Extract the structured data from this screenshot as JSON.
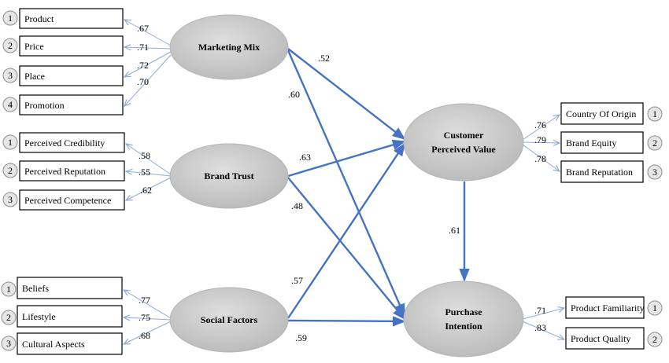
{
  "constructs": {
    "marketing_mix": "Marketing Mix",
    "brand_trust": "Brand Trust",
    "social_factors": "Social Factors",
    "cpv_line1": "Customer",
    "cpv_line2": "Perceived Value",
    "pi_line1": "Purchase",
    "pi_line2": "Intention"
  },
  "marketing_mix_items": [
    {
      "num": "1",
      "label": "Product",
      "loading": ".67"
    },
    {
      "num": "2",
      "label": "Price",
      "loading": ".71"
    },
    {
      "num": "3",
      "label": "Place",
      "loading": ".72"
    },
    {
      "num": "4",
      "label": "Promotion",
      "loading": ".70"
    }
  ],
  "brand_trust_items": [
    {
      "num": "1",
      "label": "Perceived Credibility",
      "loading": ".58"
    },
    {
      "num": "2",
      "label": "Perceived Reputation",
      "loading": ".55"
    },
    {
      "num": "3",
      "label": "Perceived Competence",
      "loading": ".62"
    }
  ],
  "social_items": [
    {
      "num": "1",
      "label": "Beliefs",
      "loading": ".77"
    },
    {
      "num": "2",
      "label": "Lifestyle",
      "loading": ".75"
    },
    {
      "num": "3",
      "label": "Cultural Aspects",
      "loading": ".68"
    }
  ],
  "cpv_items": [
    {
      "num": "1",
      "label": "Country Of Origin",
      "loading": ".76"
    },
    {
      "num": "2",
      "label": "Brand Equity",
      "loading": ".79"
    },
    {
      "num": "3",
      "label": "Brand Reputation",
      "loading": ".78"
    }
  ],
  "pi_items": [
    {
      "num": "1",
      "label": "Product Familiarity",
      "loading": ".71"
    },
    {
      "num": "2",
      "label": "Product Quality",
      "loading": ".83"
    }
  ],
  "paths": {
    "mm_cpv": ".52",
    "mm_pi": ".60",
    "bt_cpv": ".63",
    "bt_pi": ".48",
    "sf_cpv": ".57",
    "sf_pi": ".59",
    "cpv_pi": ".61"
  },
  "colors": {
    "path_arrow": "#4472c4",
    "loading_arrow": "#8fa9d8",
    "construct_fill": "#c8c8c8"
  }
}
